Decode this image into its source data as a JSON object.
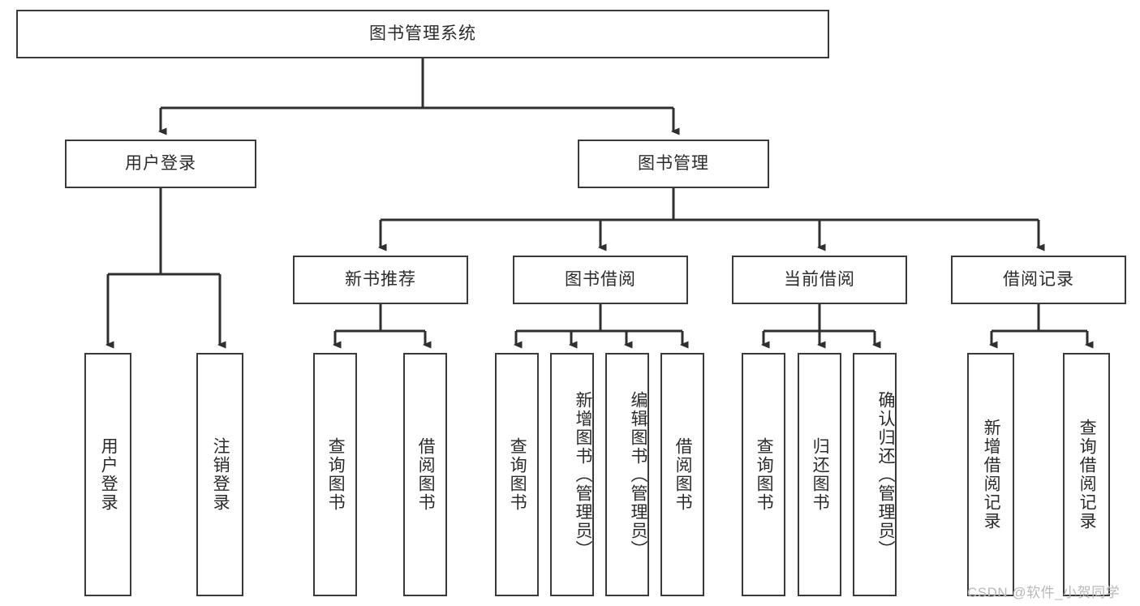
{
  "diagram": {
    "title": "图书管理系统",
    "watermark": "CSDN @软件_小贺同学",
    "nodes": {
      "root": "图书管理系统",
      "user_login": "用户登录",
      "book_manage": "图书管理",
      "new_book_rec": "新书推荐",
      "book_borrow": "图书借阅",
      "current_borrow": "当前借阅",
      "borrow_record": "借阅记录",
      "leaf_user_login": "用户登录",
      "leaf_logout": "注销登录",
      "leaf_query_book_1": "查询图书",
      "leaf_borrow_book_1": "借阅图书",
      "leaf_query_book_2": "查询图书",
      "leaf_add_book": "新增图书（管理员）",
      "leaf_edit_book": "编辑图书（管理员）",
      "leaf_borrow_book_2": "借阅图书",
      "leaf_query_book_3": "查询图书",
      "leaf_return_book": "归还图书",
      "leaf_confirm_return": "确认归还（管理员）",
      "leaf_add_record": "新增借阅记录",
      "leaf_query_record": "查询借阅记录"
    },
    "colors": {
      "border": "#3a3a3a",
      "text": "#2b2b2b",
      "background": "#ffffff",
      "watermark": "#b9b9b9"
    }
  }
}
